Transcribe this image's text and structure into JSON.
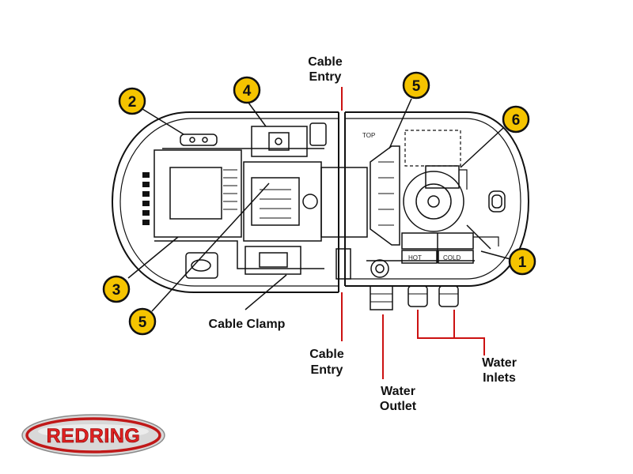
{
  "callouts": {
    "c1": "1",
    "c2": "2",
    "c3": "3",
    "c4": "4",
    "c5a": "5",
    "c5b": "5",
    "c6": "6"
  },
  "labels": {
    "cable_entry_top_1": "Cable",
    "cable_entry_top_2": "Entry",
    "cable_entry_bottom_1": "Cable",
    "cable_entry_bottom_2": "Entry",
    "water_outlet_1": "Water",
    "water_outlet_2": "Outlet",
    "water_inlets_1": "Water",
    "water_inlets_2": "Inlets",
    "cable_clamp": "Cable Clamp"
  },
  "unit_markings": {
    "top": "TOP",
    "hot": "HOT",
    "cold": "COLD"
  },
  "logo": {
    "text": "REDRING"
  },
  "colors": {
    "callout_fill": "#f5c400",
    "leader_red": "#cc1111",
    "logo_red": "#e02020"
  }
}
